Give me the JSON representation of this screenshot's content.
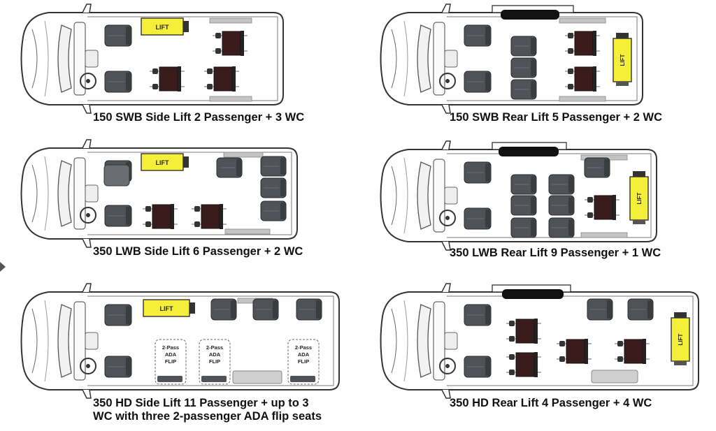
{
  "layouts": [
    {
      "caption_lines": [
        "150 SWB Side Lift 2 Passenger + 3 WC"
      ],
      "lift_label": "LIFT"
    },
    {
      "caption_lines": [
        "150 SWB Rear Lift 5 Passenger + 2 WC"
      ],
      "lift_label": "LIFT"
    },
    {
      "caption_lines": [
        "350 LWB Side Lift 6 Passenger + 2 WC"
      ],
      "lift_label": "LIFT"
    },
    {
      "caption_lines": [
        "350 LWB Rear Lift 9 Passenger + 1 WC"
      ],
      "lift_label": "LIFT"
    },
    {
      "caption_lines": [
        "350 HD Side Lift 11 Passenger + up to 3",
        "WC with three 2-passenger ADA flip seats"
      ],
      "lift_label": "LIFT",
      "flip_label_lines": [
        "2-Pass",
        "ADA",
        "FLIP"
      ]
    },
    {
      "caption_lines": [
        "350 HD Rear Lift 4 Passenger + 4 WC"
      ],
      "lift_label": "LIFT"
    }
  ],
  "colors": {
    "lift": "#f5ef3a",
    "seat": "#4f5357",
    "wheelchair": "#3a1c1c",
    "outline": "#333333",
    "rail": "#c4c4c4"
  }
}
